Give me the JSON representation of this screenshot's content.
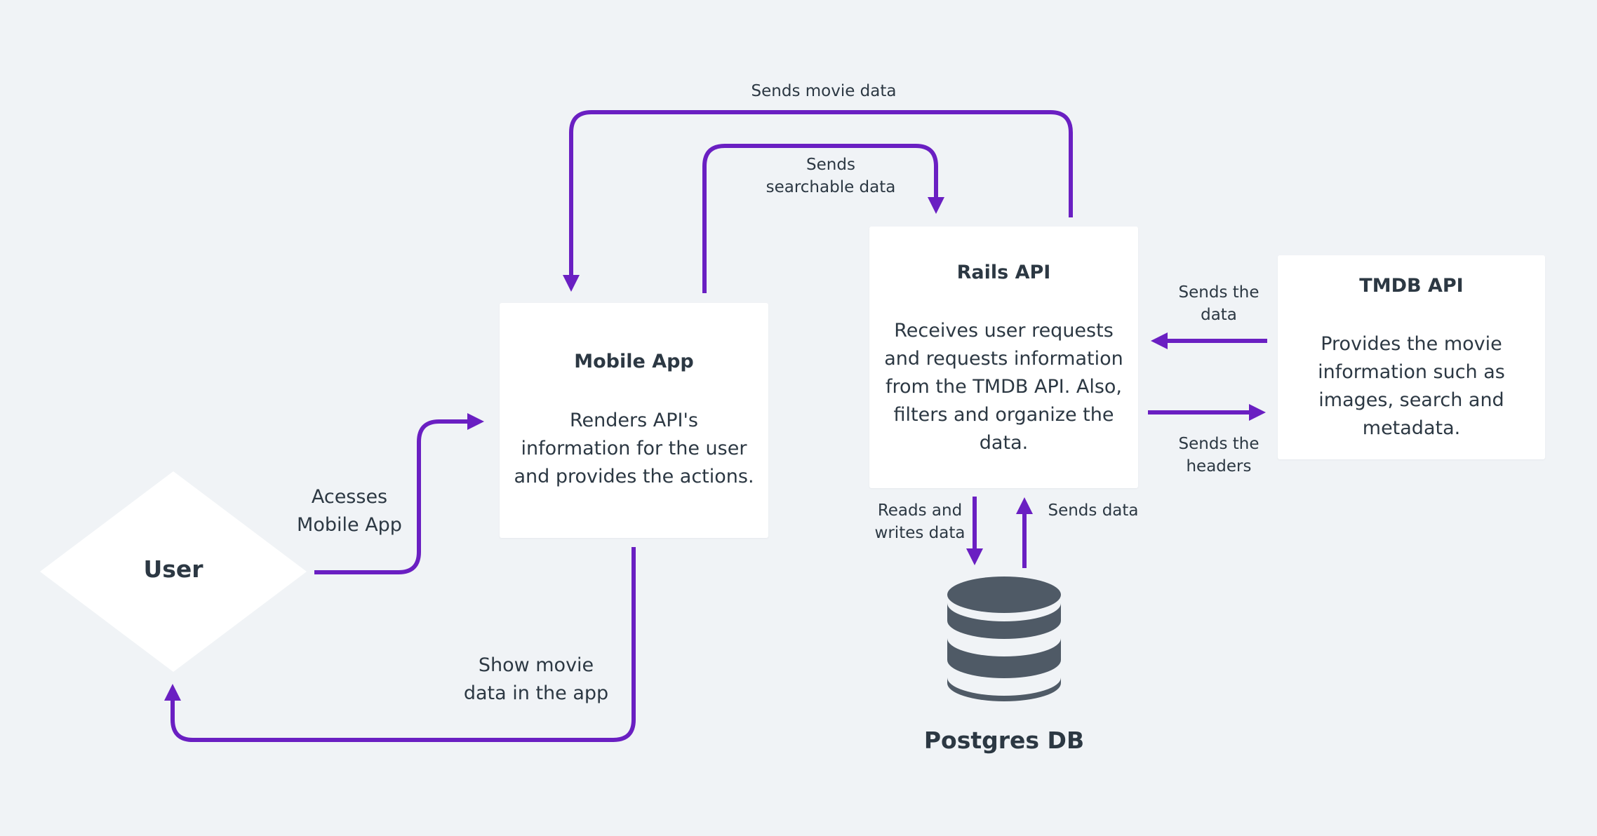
{
  "colors": {
    "background": "#f0f3f6",
    "connector": "#6a1fc2",
    "node": "#ffffff",
    "database": "#4f5a66",
    "text": "#2c3843"
  },
  "nodes": {
    "user": {
      "title": "User",
      "shape": "diamond"
    },
    "mobile_app": {
      "title": "Mobile App",
      "lines": [
        "Renders API's",
        "information for the user",
        "and provides the actions."
      ]
    },
    "rails_api": {
      "title": "Rails API",
      "lines": [
        "Receives user requests",
        "and requests information",
        "from the TMDB API. Also,",
        "filters and organize the",
        "data."
      ]
    },
    "tmdb_api": {
      "title": "TMDB API",
      "lines": [
        "Provides the movie",
        "information such as",
        "images, search and",
        "metadata."
      ]
    },
    "postgres": {
      "title": "Postgres DB",
      "icon": "database-icon"
    }
  },
  "edges": {
    "user_to_mobile": [
      "Acesses",
      "Mobile App"
    ],
    "mobile_to_user": [
      "Show movie",
      "data in the app"
    ],
    "mobile_to_rails": [
      "Sends",
      "searchable data"
    ],
    "rails_to_mobile": [
      "Sends movie data"
    ],
    "tmdb_to_rails": [
      "Sends the",
      "data"
    ],
    "rails_to_tmdb": [
      "Sends the",
      "headers"
    ],
    "rails_to_db": [
      "Reads and",
      "writes data"
    ],
    "db_to_rails": [
      "Sends data"
    ]
  }
}
